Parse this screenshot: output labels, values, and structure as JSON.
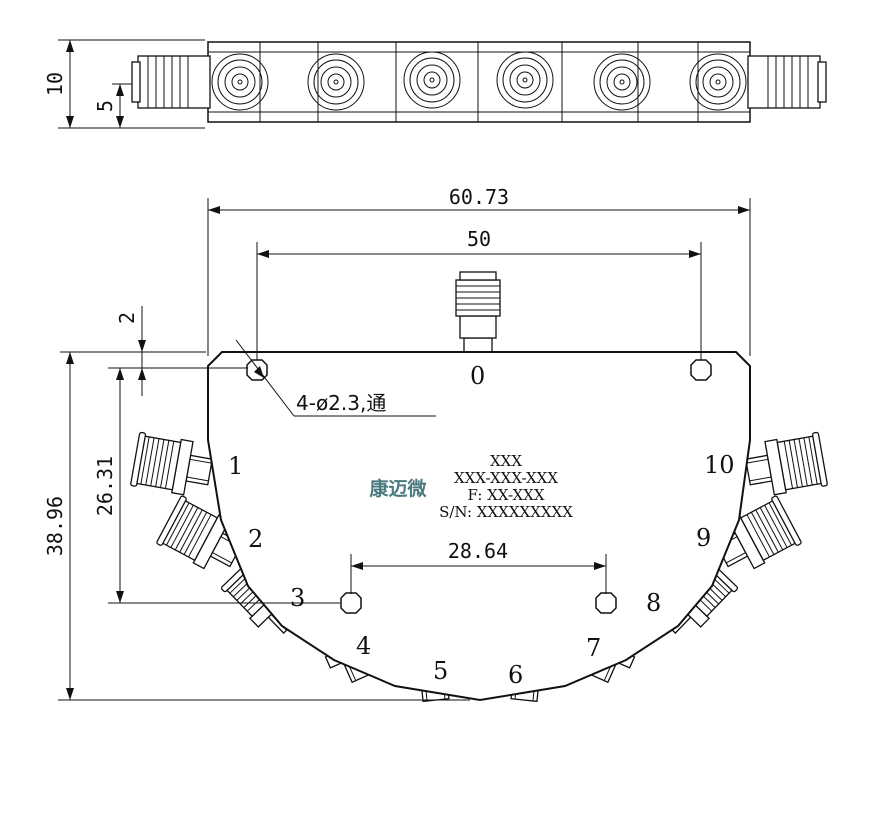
{
  "drawing": {
    "dimensions": {
      "side_height": "10",
      "side_half": "5",
      "overall_width": "60.73",
      "hole_spacing_top": "50",
      "edge_offset": "2",
      "hole_height": "26.31",
      "overall_height": "38.96",
      "hole_spacing_bottom": "28.64"
    },
    "hole_note": "4-ø2.3,通",
    "ports": [
      "0",
      "1",
      "2",
      "3",
      "4",
      "5",
      "6",
      "7",
      "8",
      "9",
      "10"
    ],
    "label": {
      "brand": "康迈微",
      "line1": "XXX",
      "line2": "XXX-XXX-XXX",
      "line3": "F: XX-XXX",
      "line4": "S/N: XXXXXXXXX"
    },
    "brand_color": "#4a7a80"
  }
}
